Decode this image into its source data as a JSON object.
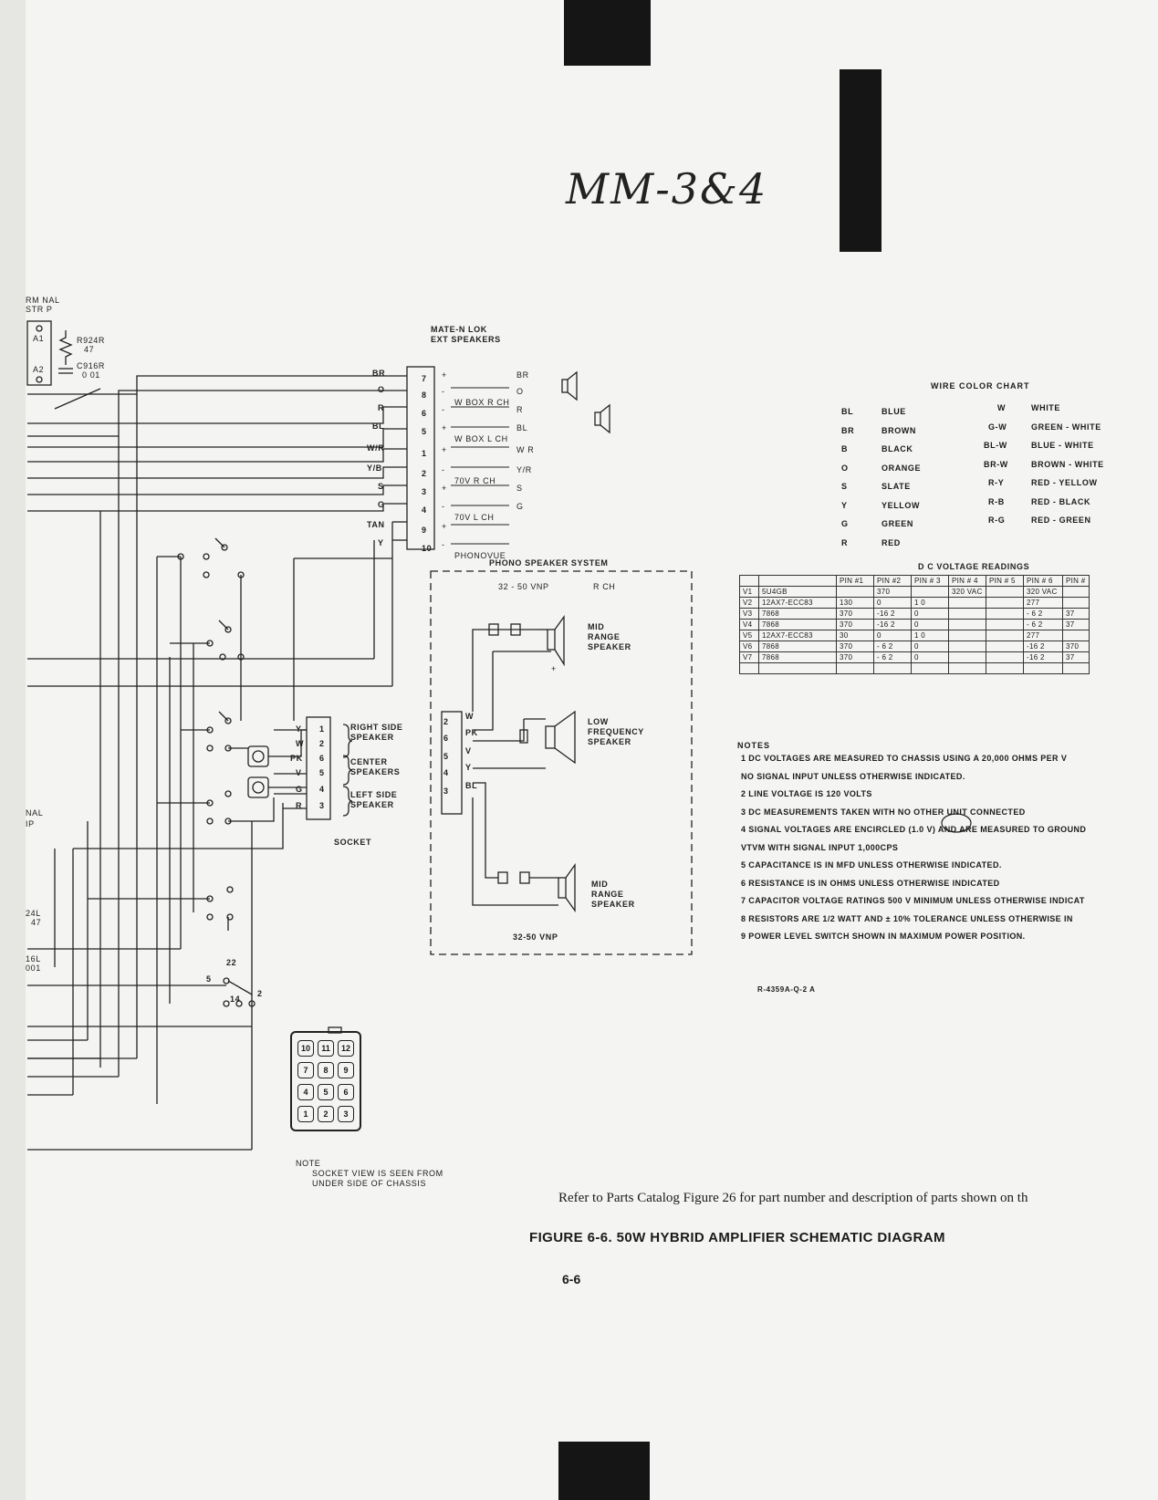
{
  "handwritten_note": "MM-3&4",
  "left_labels": {
    "terminal_strip": [
      "RM NAL",
      "STR P"
    ],
    "a1": "A1",
    "a2": "A2",
    "r924r": [
      "R924R",
      "47"
    ],
    "c916r": [
      "C916R",
      "0 01"
    ],
    "nal": "NAL",
    "ip": "IP",
    "r24l": [
      "24L",
      "47"
    ],
    "c16l": [
      "16L",
      "001"
    ]
  },
  "ext_speakers": {
    "title": [
      "MATE-N LOK",
      "EXT SPEAKERS"
    ],
    "left_pins": [
      {
        "wire": "BR",
        "pin": "7"
      },
      {
        "wire": "O",
        "pin": "8"
      },
      {
        "wire": "R",
        "pin": "6"
      },
      {
        "wire": "BL",
        "pin": "5"
      },
      {
        "wire": "W/R",
        "pin": "1"
      },
      {
        "wire": "Y/B",
        "pin": "2"
      },
      {
        "wire": "S",
        "pin": "3"
      },
      {
        "wire": "G",
        "pin": "4"
      },
      {
        "wire": "TAN",
        "pin": "9"
      },
      {
        "wire": "Y",
        "pin": "10"
      }
    ],
    "right_labels": [
      {
        "sign": "+",
        "text": "",
        "wire": "BR"
      },
      {
        "sign": "-",
        "text": "W BOX R CH",
        "wire": "O"
      },
      {
        "sign": "-",
        "text": "",
        "wire": "R"
      },
      {
        "sign": "+",
        "text": "W BOX L CH",
        "wire": "BL"
      },
      {
        "sign": "+",
        "text": "",
        "wire": "W R"
      },
      {
        "sign": "-",
        "text": "70V R CH",
        "wire": "Y/R"
      },
      {
        "sign": "+",
        "text": "",
        "wire": "S"
      },
      {
        "sign": "-",
        "text": "70V L CH",
        "wire": "G"
      },
      {
        "sign": "+",
        "text": "",
        "wire": ""
      },
      {
        "sign": "-",
        "text": "PHONOVUE",
        "wire": ""
      }
    ]
  },
  "phono_system": {
    "title": "PHONO SPEAKER SYSTEM",
    "vnp_top": "32 - 50 VNP",
    "rch": "R CH",
    "mid_top": [
      "MID",
      "RANGE",
      "SPEAKER"
    ],
    "low": [
      "LOW",
      "FREQUENCY",
      "SPEAKER"
    ],
    "mid_bottom": [
      "MID",
      "RANGE",
      "SPEAKER"
    ],
    "vnp_bottom": "32-50 VNP",
    "plus": "+",
    "pins": [
      {
        "pin": "2",
        "wire": "W"
      },
      {
        "pin": "6",
        "wire": "PK"
      },
      {
        "pin": "5",
        "wire": "V"
      },
      {
        "pin": "4",
        "wire": "Y"
      },
      {
        "pin": "3",
        "wire": "BL"
      }
    ]
  },
  "socket": {
    "label": "SOCKET",
    "pins": [
      {
        "wire": "Y",
        "pin": "1"
      },
      {
        "wire": "W",
        "pin": "2"
      },
      {
        "wire": "PK",
        "pin": "6"
      },
      {
        "wire": "V",
        "pin": "5"
      },
      {
        "wire": "G",
        "pin": "4"
      },
      {
        "wire": "R",
        "pin": "3"
      }
    ],
    "right_side": [
      "RIGHT SIDE",
      "SPEAKER"
    ],
    "center": [
      "CENTER",
      "SPEAKERS"
    ],
    "left_side": [
      "LEFT SIDE",
      "SPEAKER"
    ]
  },
  "switch_labels": {
    "s22": "22",
    "s5": "5",
    "s14": "14",
    "s2": "2"
  },
  "socket_view": {
    "pins": [
      "10",
      "11",
      "12",
      "7",
      "8",
      "9",
      "4",
      "5",
      "6",
      "1",
      "2",
      "3"
    ],
    "note": [
      "NOTE",
      "SOCKET VIEW IS SEEN FROM",
      "UNDER SIDE OF CHASSIS"
    ]
  },
  "wire_color_chart": {
    "title": "WIRE COLOR CHART",
    "left": [
      {
        "code": "BL",
        "name": "BLUE"
      },
      {
        "code": "BR",
        "name": "BROWN"
      },
      {
        "code": "B",
        "name": "BLACK"
      },
      {
        "code": "O",
        "name": "ORANGE"
      },
      {
        "code": "S",
        "name": "SLATE"
      },
      {
        "code": "Y",
        "name": "YELLOW"
      },
      {
        "code": "G",
        "name": "GREEN"
      },
      {
        "code": "R",
        "name": "RED"
      }
    ],
    "right": [
      {
        "code": "W",
        "name": "WHITE"
      },
      {
        "code": "G-W",
        "name": "GREEN - WHITE"
      },
      {
        "code": "BL-W",
        "name": "BLUE - WHITE"
      },
      {
        "code": "BR-W",
        "name": "BROWN - WHITE"
      },
      {
        "code": "R-Y",
        "name": "RED - YELLOW"
      },
      {
        "code": "R-B",
        "name": "RED - BLACK"
      },
      {
        "code": "R-G",
        "name": "RED - GREEN"
      }
    ]
  },
  "dc_voltage": {
    "title": "D C VOLTAGE READINGS",
    "headers": [
      "",
      "",
      "PIN #1",
      "PIN #2",
      "PIN # 3",
      "PIN # 4",
      "PIN # 5",
      "PIN # 6",
      "PIN #"
    ],
    "rows": [
      [
        "V1",
        "5U4GB",
        "",
        "370",
        "",
        "320 VAC",
        "",
        "320 VAC",
        ""
      ],
      [
        "V2",
        "12AX7-ECC83",
        "130",
        "0",
        "1 0",
        "",
        "",
        "277",
        ""
      ],
      [
        "V3",
        "7868",
        "370",
        "-16 2",
        "0",
        "",
        "",
        "- 6 2",
        "37"
      ],
      [
        "V4",
        "7868",
        "370",
        "-16 2",
        "0",
        "",
        "",
        "- 6 2",
        "37"
      ],
      [
        "V5",
        "12AX7-ECC83",
        "30",
        "0",
        "1 0",
        "",
        "",
        "277",
        ""
      ],
      [
        "V6",
        "7868",
        "370",
        "- 6 2",
        "0",
        "",
        "",
        "-16 2",
        "370"
      ],
      [
        "V7",
        "7868",
        "370",
        "- 6 2",
        "0",
        "",
        "",
        "-16 2",
        "37"
      ],
      [
        "",
        "",
        "",
        "",
        "",
        "",
        "",
        "",
        ""
      ]
    ]
  },
  "notes": {
    "title": "NOTES",
    "items": [
      "1  DC VOLTAGES ARE MEASURED TO CHASSIS USING A 20,000 OHMS PER V",
      "   NO SIGNAL INPUT UNLESS OTHERWISE INDICATED.",
      "2  LINE VOLTAGE IS 120 VOLTS",
      "3  DC MEASUREMENTS TAKEN WITH NO OTHER UNIT CONNECTED",
      "4  SIGNAL VOLTAGES ARE ENCIRCLED (1.0 V) AND ARE MEASURED TO GROUND",
      "   VTVM WITH SIGNAL INPUT 1,000CPS",
      "5  CAPACITANCE IS IN MFD UNLESS OTHERWISE INDICATED.",
      "6  RESISTANCE IS IN OHMS UNLESS OTHERWISE INDICATED",
      "7  CAPACITOR VOLTAGE RATINGS 500 V MINIMUM UNLESS OTHERWISE INDICAT",
      "8  RESISTORS ARE 1/2 WATT AND ± 10% TOLERANCE UNLESS OTHERWISE IN",
      "9  POWER LEVEL SWITCH SHOWN IN MAXIMUM POWER POSITION."
    ]
  },
  "ref_code": "R-4359A-Q-2 A",
  "refer_text": "Refer to Parts Catalog Figure 26 for part number and description of parts shown on th",
  "figure_title": "FIGURE 6-6. 50W HYBRID AMPLIFIER SCHEMATIC DIAGRAM",
  "page_number": "6-6"
}
